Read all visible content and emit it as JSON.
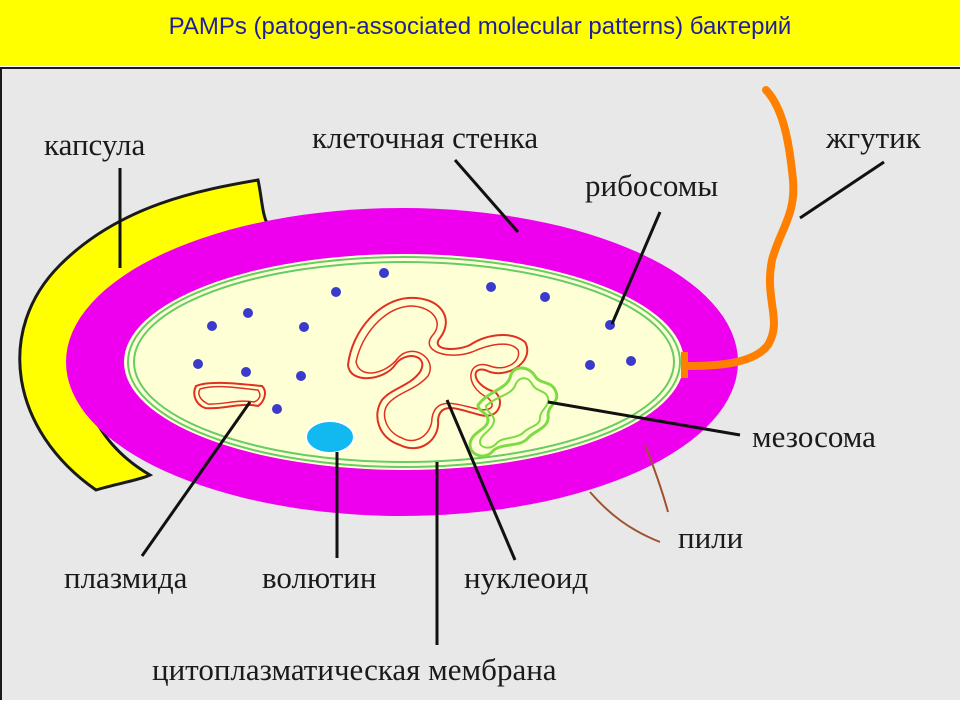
{
  "header": {
    "title": "PAMPs (patogen-associated molecular patterns) бактерий"
  },
  "colors": {
    "header_bg": "#ffff00",
    "title_text": "#1f1f9e",
    "capsule": "#ffff00",
    "cell_wall": "#ee00ee",
    "cytoplasm": "#ffffd6",
    "membrane": "#66cc66",
    "flagellum": "#ff8000",
    "nucleoid": "#e03020",
    "mesosome": "#7ddc45",
    "ribosome": "#3a3acc",
    "volutin": "#12b8f0",
    "pili": "#a0522d"
  },
  "labels": {
    "capsule": "капсула",
    "cell_wall": "клеточная стенка",
    "flagellum": "жгутик",
    "ribosomes": "рибосомы",
    "mesosome": "мезосома",
    "pili": "пили",
    "plasmid": "плазмида",
    "volutin": "волютин",
    "nucleoid": "нуклеоид",
    "membrane": "цитоплазматическая мембрана"
  }
}
